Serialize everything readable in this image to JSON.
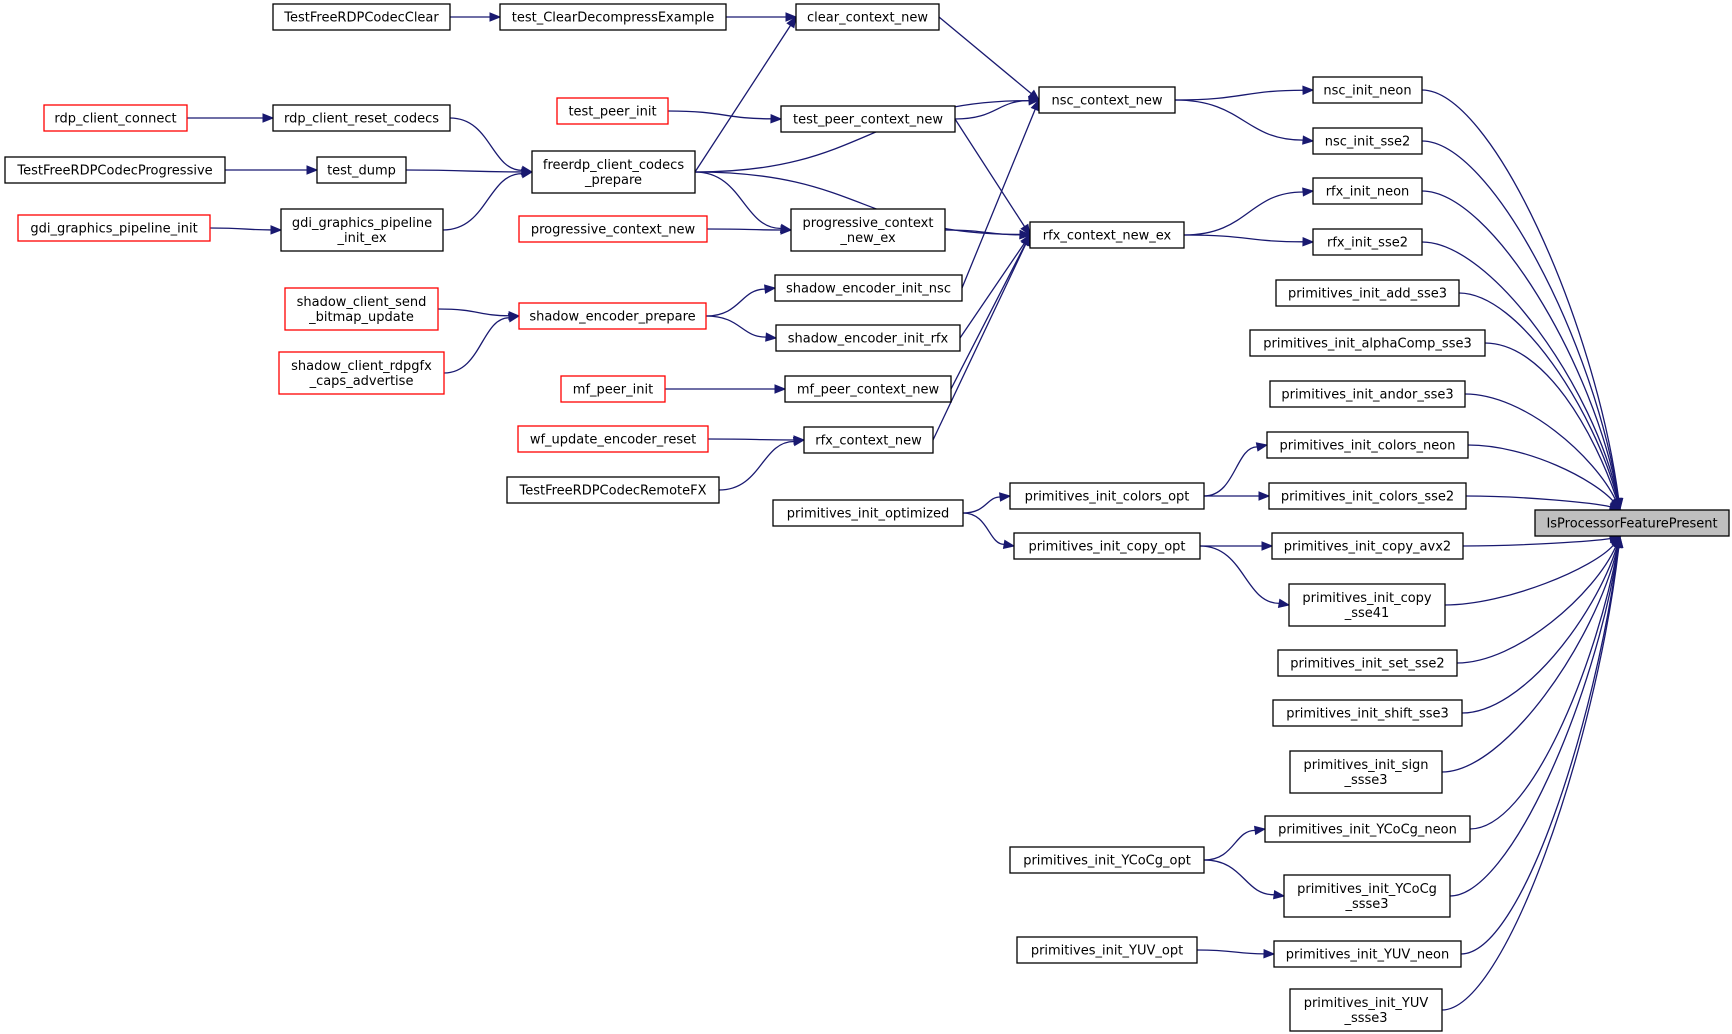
{
  "graph": {
    "type": "call-graph",
    "root": "IsProcessorFeaturePresent",
    "nodes": [
      {
        "id": "IsProcessorFeaturePresent",
        "lines": [
          "IsProcessorFeaturePresent"
        ],
        "style": "root"
      },
      {
        "id": "nsc_init_neon",
        "lines": [
          "nsc_init_neon"
        ],
        "style": "normal"
      },
      {
        "id": "nsc_init_sse2",
        "lines": [
          "nsc_init_sse2"
        ],
        "style": "normal"
      },
      {
        "id": "rfx_init_neon",
        "lines": [
          "rfx_init_neon"
        ],
        "style": "normal"
      },
      {
        "id": "rfx_init_sse2",
        "lines": [
          "rfx_init_sse2"
        ],
        "style": "normal"
      },
      {
        "id": "primitives_init_add_sse3",
        "lines": [
          "primitives_init_add_sse3"
        ],
        "style": "normal"
      },
      {
        "id": "primitives_init_alphaComp_sse3",
        "lines": [
          "primitives_init_alphaComp_sse3"
        ],
        "style": "normal"
      },
      {
        "id": "primitives_init_andor_sse3",
        "lines": [
          "primitives_init_andor_sse3"
        ],
        "style": "normal"
      },
      {
        "id": "primitives_init_colors_neon",
        "lines": [
          "primitives_init_colors_neon"
        ],
        "style": "normal"
      },
      {
        "id": "primitives_init_colors_sse2",
        "lines": [
          "primitives_init_colors_sse2"
        ],
        "style": "normal"
      },
      {
        "id": "primitives_init_copy_avx2",
        "lines": [
          "primitives_init_copy_avx2"
        ],
        "style": "normal"
      },
      {
        "id": "primitives_init_copy_sse41",
        "lines": [
          "primitives_init_copy",
          "_sse41"
        ],
        "style": "normal"
      },
      {
        "id": "primitives_init_set_sse2",
        "lines": [
          "primitives_init_set_sse2"
        ],
        "style": "normal"
      },
      {
        "id": "primitives_init_shift_sse3",
        "lines": [
          "primitives_init_shift_sse3"
        ],
        "style": "normal"
      },
      {
        "id": "primitives_init_sign_ssse3",
        "lines": [
          "primitives_init_sign",
          "_ssse3"
        ],
        "style": "normal"
      },
      {
        "id": "primitives_init_YCoCg_neon",
        "lines": [
          "primitives_init_YCoCg_neon"
        ],
        "style": "normal"
      },
      {
        "id": "primitives_init_YCoCg_ssse3",
        "lines": [
          "primitives_init_YCoCg",
          "_ssse3"
        ],
        "style": "normal"
      },
      {
        "id": "primitives_init_YUV_neon",
        "lines": [
          "primitives_init_YUV_neon"
        ],
        "style": "normal"
      },
      {
        "id": "primitives_init_YUV_ssse3",
        "lines": [
          "primitives_init_YUV",
          "_ssse3"
        ],
        "style": "normal"
      },
      {
        "id": "nsc_context_new",
        "lines": [
          "nsc_context_new"
        ],
        "style": "normal"
      },
      {
        "id": "rfx_context_new_ex",
        "lines": [
          "rfx_context_new_ex"
        ],
        "style": "normal"
      },
      {
        "id": "primitives_init_colors_opt",
        "lines": [
          "primitives_init_colors_opt"
        ],
        "style": "normal"
      },
      {
        "id": "primitives_init_copy_opt",
        "lines": [
          "primitives_init_copy_opt"
        ],
        "style": "normal"
      },
      {
        "id": "primitives_init_YCoCg_opt",
        "lines": [
          "primitives_init_YCoCg_opt"
        ],
        "style": "normal"
      },
      {
        "id": "primitives_init_YUV_opt",
        "lines": [
          "primitives_init_YUV_opt"
        ],
        "style": "normal"
      },
      {
        "id": "primitives_init_optimized",
        "lines": [
          "primitives_init_optimized"
        ],
        "style": "normal"
      },
      {
        "id": "clear_context_new",
        "lines": [
          "clear_context_new"
        ],
        "style": "normal"
      },
      {
        "id": "test_peer_context_new",
        "lines": [
          "test_peer_context_new"
        ],
        "style": "normal"
      },
      {
        "id": "progressive_context_new_ex",
        "lines": [
          "progressive_context",
          "_new_ex"
        ],
        "style": "normal"
      },
      {
        "id": "shadow_encoder_init_nsc",
        "lines": [
          "shadow_encoder_init_nsc"
        ],
        "style": "normal"
      },
      {
        "id": "shadow_encoder_init_rfx",
        "lines": [
          "shadow_encoder_init_rfx"
        ],
        "style": "normal"
      },
      {
        "id": "mf_peer_context_new",
        "lines": [
          "mf_peer_context_new"
        ],
        "style": "normal"
      },
      {
        "id": "rfx_context_new",
        "lines": [
          "rfx_context_new"
        ],
        "style": "normal"
      },
      {
        "id": "test_ClearDecompressExample",
        "lines": [
          "test_ClearDecompressExample"
        ],
        "style": "normal"
      },
      {
        "id": "test_peer_init",
        "lines": [
          "test_peer_init"
        ],
        "style": "red"
      },
      {
        "id": "freerdp_client_codecs_prepare",
        "lines": [
          "freerdp_client_codecs",
          "_prepare"
        ],
        "style": "normal"
      },
      {
        "id": "progressive_context_new",
        "lines": [
          "progressive_context_new"
        ],
        "style": "red"
      },
      {
        "id": "shadow_encoder_prepare",
        "lines": [
          "shadow_encoder_prepare"
        ],
        "style": "red"
      },
      {
        "id": "mf_peer_init",
        "lines": [
          "mf_peer_init"
        ],
        "style": "red"
      },
      {
        "id": "wf_update_encoder_reset",
        "lines": [
          "wf_update_encoder_reset"
        ],
        "style": "red"
      },
      {
        "id": "TestFreeRDPCodecRemoteFX",
        "lines": [
          "TestFreeRDPCodecRemoteFX"
        ],
        "style": "normal"
      },
      {
        "id": "TestFreeRDPCodecClear",
        "lines": [
          "TestFreeRDPCodecClear"
        ],
        "style": "normal"
      },
      {
        "id": "rdp_client_reset_codecs",
        "lines": [
          "rdp_client_reset_codecs"
        ],
        "style": "normal"
      },
      {
        "id": "test_dump",
        "lines": [
          "test_dump"
        ],
        "style": "normal"
      },
      {
        "id": "gdi_graphics_pipeline_init_ex",
        "lines": [
          "gdi_graphics_pipeline",
          "_init_ex"
        ],
        "style": "normal"
      },
      {
        "id": "shadow_client_send_bitmap_update",
        "lines": [
          "shadow_client_send",
          "_bitmap_update"
        ],
        "style": "red"
      },
      {
        "id": "shadow_client_rdpgfx_caps_advertise",
        "lines": [
          "shadow_client_rdpgfx",
          "_caps_advertise"
        ],
        "style": "red"
      },
      {
        "id": "rdp_client_connect",
        "lines": [
          "rdp_client_connect"
        ],
        "style": "red"
      },
      {
        "id": "TestFreeRDPCodecProgressive",
        "lines": [
          "TestFreeRDPCodecProgressive"
        ],
        "style": "normal"
      },
      {
        "id": "gdi_graphics_pipeline_init",
        "lines": [
          "gdi_graphics_pipeline_init"
        ],
        "style": "red"
      }
    ],
    "edges": [
      {
        "from": "nsc_init_neon",
        "to": "IsProcessorFeaturePresent"
      },
      {
        "from": "nsc_init_sse2",
        "to": "IsProcessorFeaturePresent"
      },
      {
        "from": "rfx_init_neon",
        "to": "IsProcessorFeaturePresent"
      },
      {
        "from": "rfx_init_sse2",
        "to": "IsProcessorFeaturePresent"
      },
      {
        "from": "primitives_init_add_sse3",
        "to": "IsProcessorFeaturePresent"
      },
      {
        "from": "primitives_init_alphaComp_sse3",
        "to": "IsProcessorFeaturePresent"
      },
      {
        "from": "primitives_init_andor_sse3",
        "to": "IsProcessorFeaturePresent"
      },
      {
        "from": "primitives_init_colors_neon",
        "to": "IsProcessorFeaturePresent"
      },
      {
        "from": "primitives_init_colors_sse2",
        "to": "IsProcessorFeaturePresent"
      },
      {
        "from": "primitives_init_copy_avx2",
        "to": "IsProcessorFeaturePresent"
      },
      {
        "from": "primitives_init_copy_sse41",
        "to": "IsProcessorFeaturePresent"
      },
      {
        "from": "primitives_init_set_sse2",
        "to": "IsProcessorFeaturePresent"
      },
      {
        "from": "primitives_init_shift_sse3",
        "to": "IsProcessorFeaturePresent"
      },
      {
        "from": "primitives_init_sign_ssse3",
        "to": "IsProcessorFeaturePresent"
      },
      {
        "from": "primitives_init_YCoCg_neon",
        "to": "IsProcessorFeaturePresent"
      },
      {
        "from": "primitives_init_YCoCg_ssse3",
        "to": "IsProcessorFeaturePresent"
      },
      {
        "from": "primitives_init_YUV_neon",
        "to": "IsProcessorFeaturePresent"
      },
      {
        "from": "primitives_init_YUV_ssse3",
        "to": "IsProcessorFeaturePresent"
      },
      {
        "from": "nsc_context_new",
        "to": "nsc_init_neon"
      },
      {
        "from": "nsc_context_new",
        "to": "nsc_init_sse2"
      },
      {
        "from": "rfx_context_new_ex",
        "to": "rfx_init_neon"
      },
      {
        "from": "rfx_context_new_ex",
        "to": "rfx_init_sse2"
      },
      {
        "from": "primitives_init_colors_opt",
        "to": "primitives_init_colors_neon"
      },
      {
        "from": "primitives_init_colors_opt",
        "to": "primitives_init_colors_sse2"
      },
      {
        "from": "primitives_init_copy_opt",
        "to": "primitives_init_copy_avx2"
      },
      {
        "from": "primitives_init_copy_opt",
        "to": "primitives_init_copy_sse41"
      },
      {
        "from": "primitives_init_YCoCg_opt",
        "to": "primitives_init_YCoCg_neon"
      },
      {
        "from": "primitives_init_YCoCg_opt",
        "to": "primitives_init_YCoCg_ssse3"
      },
      {
        "from": "primitives_init_YUV_opt",
        "to": "primitives_init_YUV_neon"
      },
      {
        "from": "primitives_init_optimized",
        "to": "primitives_init_colors_opt"
      },
      {
        "from": "primitives_init_optimized",
        "to": "primitives_init_copy_opt"
      },
      {
        "from": "clear_context_new",
        "to": "nsc_context_new"
      },
      {
        "from": "test_peer_context_new",
        "to": "nsc_context_new"
      },
      {
        "from": "freerdp_client_codecs_prepare",
        "to": "nsc_context_new"
      },
      {
        "from": "shadow_encoder_init_nsc",
        "to": "nsc_context_new"
      },
      {
        "from": "test_peer_context_new",
        "to": "rfx_context_new_ex"
      },
      {
        "from": "freerdp_client_codecs_prepare",
        "to": "rfx_context_new_ex"
      },
      {
        "from": "progressive_context_new_ex",
        "to": "rfx_context_new_ex"
      },
      {
        "from": "shadow_encoder_init_rfx",
        "to": "rfx_context_new_ex"
      },
      {
        "from": "mf_peer_context_new",
        "to": "rfx_context_new_ex"
      },
      {
        "from": "rfx_context_new",
        "to": "rfx_context_new_ex"
      },
      {
        "from": "test_ClearDecompressExample",
        "to": "clear_context_new"
      },
      {
        "from": "freerdp_client_codecs_prepare",
        "to": "clear_context_new"
      },
      {
        "from": "test_peer_init",
        "to": "test_peer_context_new"
      },
      {
        "from": "freerdp_client_codecs_prepare",
        "to": "progressive_context_new_ex"
      },
      {
        "from": "progressive_context_new",
        "to": "progressive_context_new_ex"
      },
      {
        "from": "shadow_encoder_prepare",
        "to": "shadow_encoder_init_nsc"
      },
      {
        "from": "shadow_encoder_prepare",
        "to": "shadow_encoder_init_rfx"
      },
      {
        "from": "mf_peer_init",
        "to": "mf_peer_context_new"
      },
      {
        "from": "wf_update_encoder_reset",
        "to": "rfx_context_new"
      },
      {
        "from": "TestFreeRDPCodecRemoteFX",
        "to": "rfx_context_new"
      },
      {
        "from": "TestFreeRDPCodecClear",
        "to": "test_ClearDecompressExample"
      },
      {
        "from": "rdp_client_reset_codecs",
        "to": "freerdp_client_codecs_prepare"
      },
      {
        "from": "test_dump",
        "to": "freerdp_client_codecs_prepare"
      },
      {
        "from": "gdi_graphics_pipeline_init_ex",
        "to": "freerdp_client_codecs_prepare"
      },
      {
        "from": "shadow_client_send_bitmap_update",
        "to": "shadow_encoder_prepare"
      },
      {
        "from": "shadow_client_rdpgfx_caps_advertise",
        "to": "shadow_encoder_prepare"
      },
      {
        "from": "rdp_client_connect",
        "to": "rdp_client_reset_codecs"
      },
      {
        "from": "TestFreeRDPCodecProgressive",
        "to": "test_dump"
      },
      {
        "from": "gdi_graphics_pipeline_init",
        "to": "gdi_graphics_pipeline_init_ex"
      }
    ]
  },
  "colors": {
    "edge": "#191970",
    "node_border": "#000000",
    "node_border_truncated": "#ff0000",
    "root_fill": "#bfbfbf",
    "node_fill": "#ffffff"
  }
}
